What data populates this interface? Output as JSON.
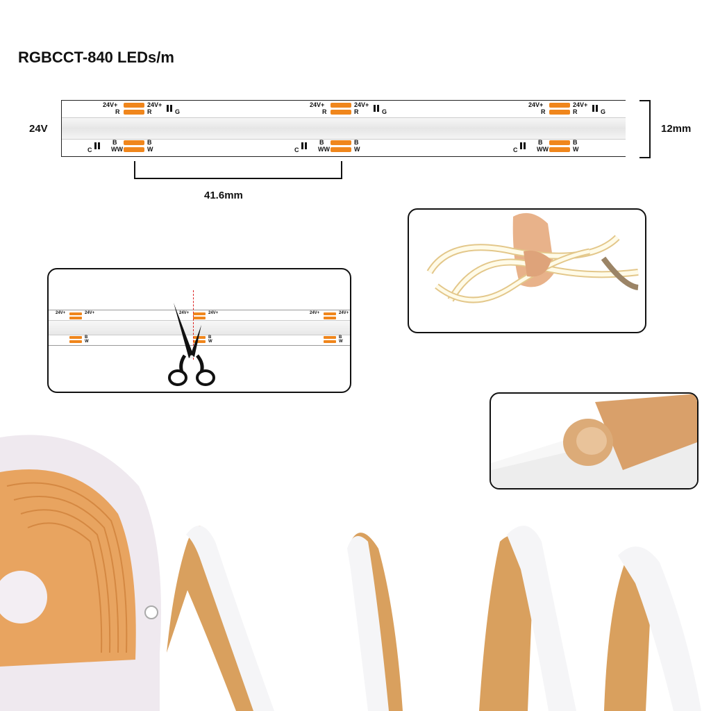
{
  "title": "RGBCCT-840 LEDs/m",
  "voltage_label": "24V",
  "width_label": "12mm",
  "pitch_label": "41.6mm",
  "pad_labels": {
    "top_left": "24V+",
    "top_left_sub": "R",
    "top_right": "24V+",
    "top_right_sub": "R",
    "top_g": "G",
    "bottom_b": "B",
    "bottom_w": "W",
    "bottom_c": "C",
    "bottom_b2": "B",
    "bottom_ww": "WW"
  },
  "colors": {
    "pad": "#f0861c",
    "tape": "#d9a06a",
    "strip": "#f4f4f4"
  },
  "icons": [
    "scissors-icon"
  ]
}
